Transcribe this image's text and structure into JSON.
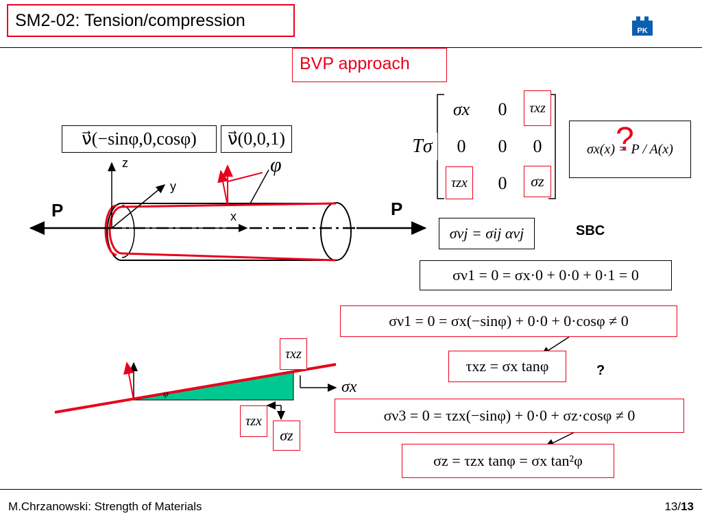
{
  "header": {
    "title": "SM2-02: Tension/compression",
    "subtitle": "BVP approach"
  },
  "footer": {
    "author": "M.Chrzanowski: Strength of Materials",
    "page_current": "13/",
    "page_total": "13"
  },
  "labels": {
    "z": "z",
    "y": "y",
    "x": "x",
    "p_left": "P",
    "p_right": "P",
    "sbc": "SBC",
    "question_small": "?",
    "question_big": "?"
  },
  "formulas": {
    "nu1": "ν⃗(−sinφ,0,cosφ)",
    "nu2": "ν⃗(0,0,1)",
    "phi_top": "φ",
    "phi_small": "φ",
    "T_sigma": "Tσ",
    "matrix": [
      "σx",
      "0",
      "τxz",
      "0",
      "0",
      "0",
      "τzx",
      "0",
      "σz"
    ],
    "sigma_x": "σx(x) = P / A(x)",
    "cauchy": "σνj = σij ανj",
    "bc1": "σν1 = 0 = σx·0 + 0·0 + 0·1 = 0",
    "bc2": "σν1 = 0 = σx(−sinφ) + 0·0 + 0·cosφ ≠ 0",
    "tau_xz_res": "τxz = σx tanφ",
    "bc3": "σν3 = 0 = τzx(−sinφ) + 0·0 + σz·cosφ ≠ 0",
    "sigma_z_res": "σz = τzx tanφ = σx tan²φ",
    "tau_xz_label": "τxz",
    "tau_zx_label": "τzx",
    "sigma_z_label": "σz",
    "sigma_x_label": "σx"
  },
  "colors": {
    "accent_red": "#e8001c",
    "wedge_green": "#00c890",
    "logo_blue": "#0b5fb0"
  }
}
